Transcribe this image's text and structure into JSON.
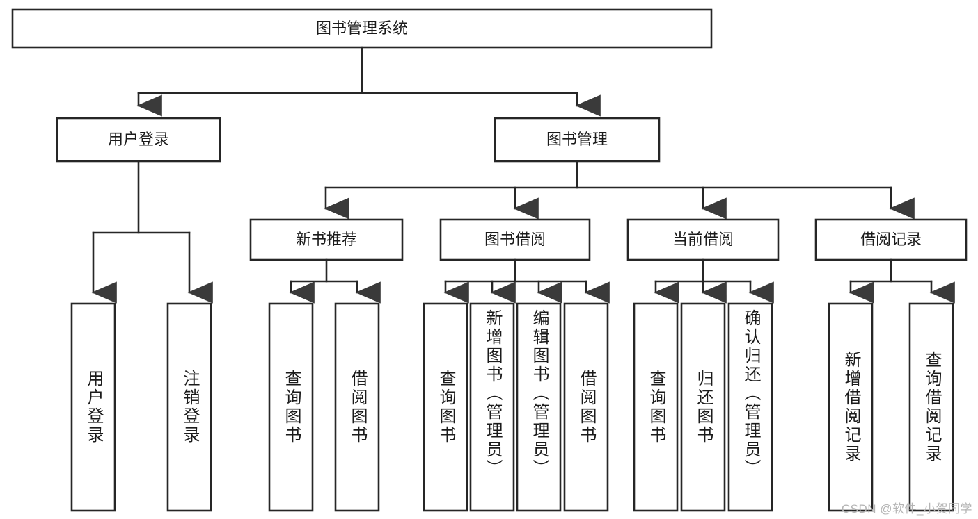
{
  "diagram": {
    "type": "tree",
    "title": "图书管理系统",
    "watermark": "CSDN @软件_小贺同学",
    "root": {
      "id": "root",
      "label": "图书管理系统"
    },
    "level2": [
      {
        "id": "user-login",
        "label": "用户登录"
      },
      {
        "id": "book-manage",
        "label": "图书管理"
      }
    ],
    "level3": [
      {
        "id": "new-book-rec",
        "label": "新书推荐"
      },
      {
        "id": "book-borrow",
        "label": "图书借阅"
      },
      {
        "id": "current-borrow",
        "label": "当前借阅"
      },
      {
        "id": "borrow-record",
        "label": "借阅记录"
      }
    ],
    "leaves": {
      "user_login": [
        {
          "id": "leaf-user-login",
          "label": "用户登录"
        },
        {
          "id": "leaf-logout",
          "label": "注销登录"
        }
      ],
      "new_book_rec": [
        {
          "id": "leaf-query-book-1",
          "label": "查询图书"
        },
        {
          "id": "leaf-borrow-book-1",
          "label": "借阅图书"
        }
      ],
      "book_borrow": [
        {
          "id": "leaf-query-book-2",
          "label": "查询图书"
        },
        {
          "id": "leaf-add-book",
          "label": "新增图书（管理员）"
        },
        {
          "id": "leaf-edit-book",
          "label": "编辑图书（管理员）"
        },
        {
          "id": "leaf-borrow-book-2",
          "label": "借阅图书"
        }
      ],
      "current_borrow": [
        {
          "id": "leaf-query-book-3",
          "label": "查询图书"
        },
        {
          "id": "leaf-return-book",
          "label": "归还图书"
        },
        {
          "id": "leaf-confirm-return",
          "label": "确认归还（管理员）"
        }
      ],
      "borrow_record": [
        {
          "id": "leaf-add-record",
          "label": "新增借阅记录"
        },
        {
          "id": "leaf-query-record",
          "label": "查询借阅记录"
        }
      ]
    },
    "colors": {
      "box_stroke": "#262626",
      "box_fill": "#ffffff",
      "text": "#1b1b1b",
      "watermark": "#b4b4b4",
      "background": "#ffffff"
    }
  }
}
